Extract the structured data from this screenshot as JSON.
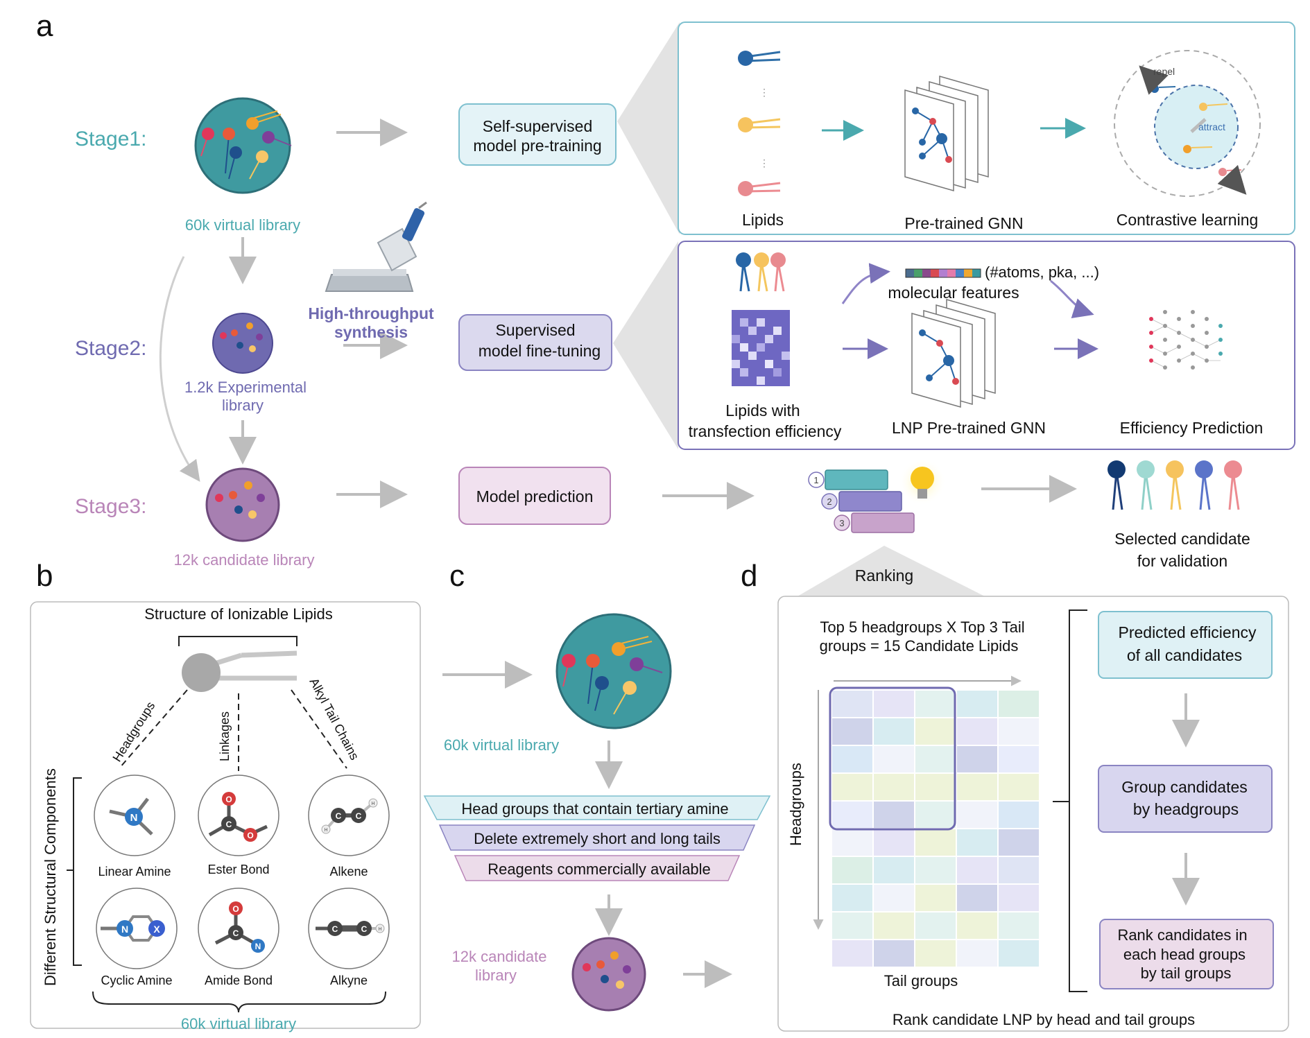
{
  "panels": {
    "a": "a",
    "b": "b",
    "c": "c",
    "d": "d"
  },
  "stages": {
    "stage1": "Stage1:",
    "stage2": "Stage2:",
    "stage3": "Stage3:",
    "virtual_library": "60k virtual library",
    "experimental_library_line1": "1.2k Experimental",
    "experimental_library_line2": "library",
    "candidate_library": "12k candidate library",
    "hts_line1": "High-throughput",
    "hts_line2": "synthesis"
  },
  "models": {
    "pretrain_line1": "Self-supervised",
    "pretrain_line2": "model pre-training",
    "finetune_line1": "Supervised",
    "finetune_line2": "model fine-tuning",
    "prediction": "Model prediction"
  },
  "pretrain_detail": {
    "lipids": "Lipids",
    "gnn": "Pre-trained GNN",
    "contrastive": "Contrastive learning",
    "repel": "repel",
    "attract": "attract"
  },
  "finetune_detail": {
    "features_text": "(#atoms, pka, ...)",
    "molecular_features": "molecular features",
    "lipids_eff_line1": "Lipids with",
    "lipids_eff_line2": "transfection efficiency",
    "lnp_gnn": "LNP Pre-trained GNN",
    "efficiency_prediction": "Efficiency Prediction"
  },
  "ranking": {
    "label": "Ranking",
    "ranks": [
      "1",
      "2",
      "3"
    ],
    "selected_line1": "Selected candidate",
    "selected_line2": "for validation"
  },
  "panel_b": {
    "title": "Structure of Ionizable Lipids",
    "headgroups": "Headgroups",
    "linkages": "Linkages",
    "alkyl": "Alkyl Tail Chains",
    "side": "Different Structural Components",
    "components": [
      "Linear Amine",
      "Ester Bond",
      "Alkene",
      "Cyclic Amine",
      "Amide Bond",
      "Alkyne"
    ],
    "atom_n": "N",
    "atom_x": "X",
    "atom_o": "O",
    "atom_c": "C",
    "atom_h": "H",
    "footer": "60k virtual library"
  },
  "panel_c": {
    "virtual": "60k virtual library",
    "filters": [
      "Head groups that contain tertiary amine",
      "Delete extremely short and long tails",
      "Reagents commercially available"
    ],
    "candidate_line1": "12k candidate",
    "candidate_line2": "library"
  },
  "panel_d": {
    "heading_line1": "Top 5 headgroups X Top 3 Tail",
    "heading_line2": "groups = 15 Candidate Lipids",
    "ylabel": "Headgroups",
    "xlabel": "Tail groups",
    "steps": [
      {
        "line1": "Predicted efficiency",
        "line2": "of all candidates"
      },
      {
        "line1": "Group candidates",
        "line2": "by headgroups"
      },
      {
        "line1": "Rank candidates in",
        "line2": "each head groups",
        "line3": "by tail groups"
      }
    ],
    "footer": "Rank candidate LNP by head and tail groups"
  },
  "colors": {
    "teal": "#4aa9ae",
    "purple": "#6f6ab0",
    "mauve": "#b985b8",
    "gray_arrow": "#c3c3c3"
  }
}
